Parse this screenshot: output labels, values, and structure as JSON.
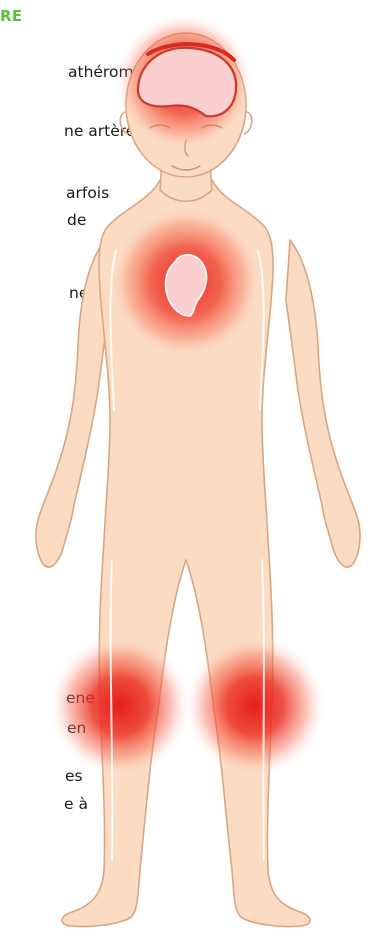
{
  "heading": "RE",
  "text_fragments": [
    "athérome",
    "ne artère",
    "arfois",
    "de",
    "ne",
    "ene",
    "en",
    "es",
    "e à"
  ],
  "colors": {
    "heading": "#5cbf3f",
    "skin": "#fbdcc2",
    "outline": "#d9a684",
    "glow": "#e8241c",
    "organ": "#fbcfcf"
  },
  "icons": [
    "human-body-figure",
    "brain-icon",
    "heart-icon"
  ]
}
